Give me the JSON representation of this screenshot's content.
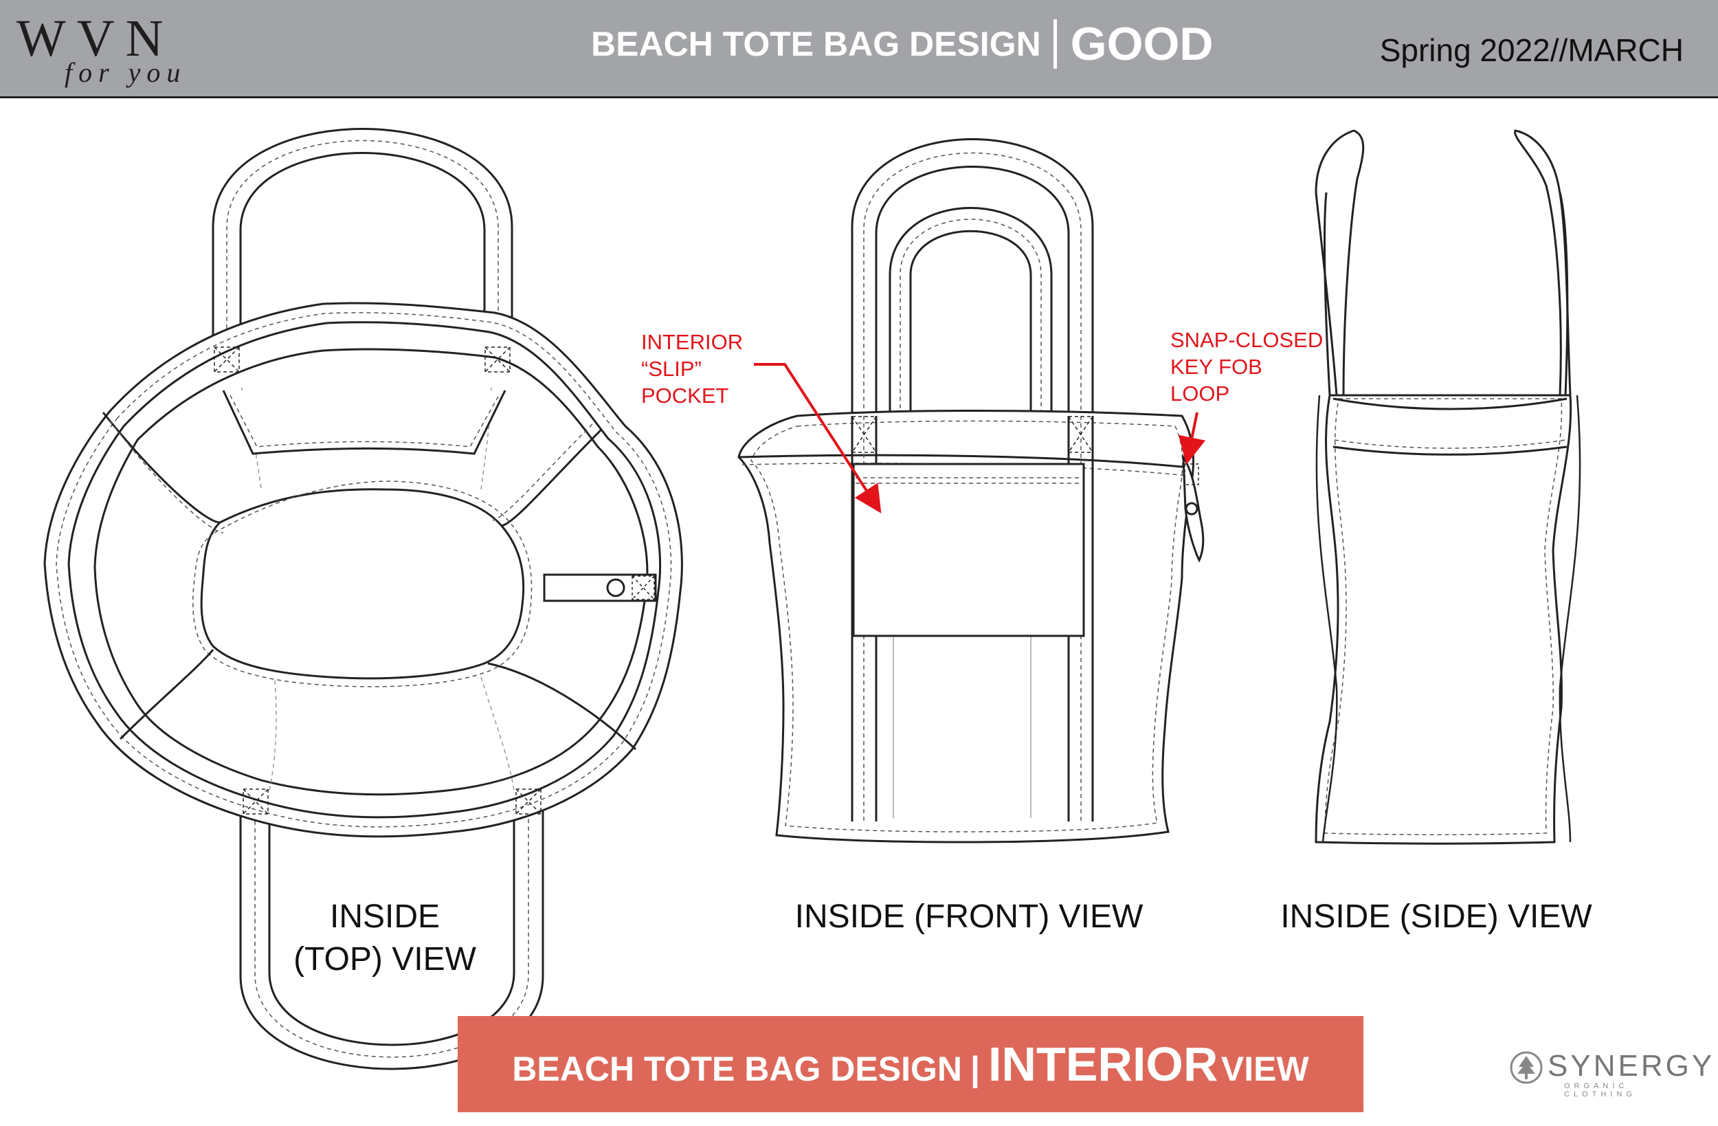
{
  "header": {
    "logo_main": "WVN",
    "logo_sub": "for you",
    "title_main": "BEACH TOTE BAG DESIGN",
    "title_grade": "GOOD",
    "season": "Spring 2022//MARCH"
  },
  "views": {
    "top_line1": "INSIDE",
    "top_line2": "(TOP) VIEW",
    "front": "INSIDE (FRONT) VIEW",
    "side": "INSIDE (SIDE) VIEW"
  },
  "callouts": {
    "pocket": [
      "INTERIOR",
      "“SLIP”",
      "POCKET"
    ],
    "keyfob": [
      "SNAP-CLOSED",
      "KEY FOB",
      "LOOP"
    ]
  },
  "footer": {
    "main": "BEACH TOTE BAG DESIGN",
    "separator": "|",
    "emphasis": "INTERIOR",
    "suffix": "VIEW"
  },
  "brand": {
    "name": "SYNERGY",
    "tagline": "ORGANIC CLOTHING",
    "icon": "tree-icon"
  },
  "colors": {
    "header_bg": "#a3a4a7",
    "footer_bg": "#dd685a",
    "callout": "#e2141a",
    "line": "#222222"
  }
}
